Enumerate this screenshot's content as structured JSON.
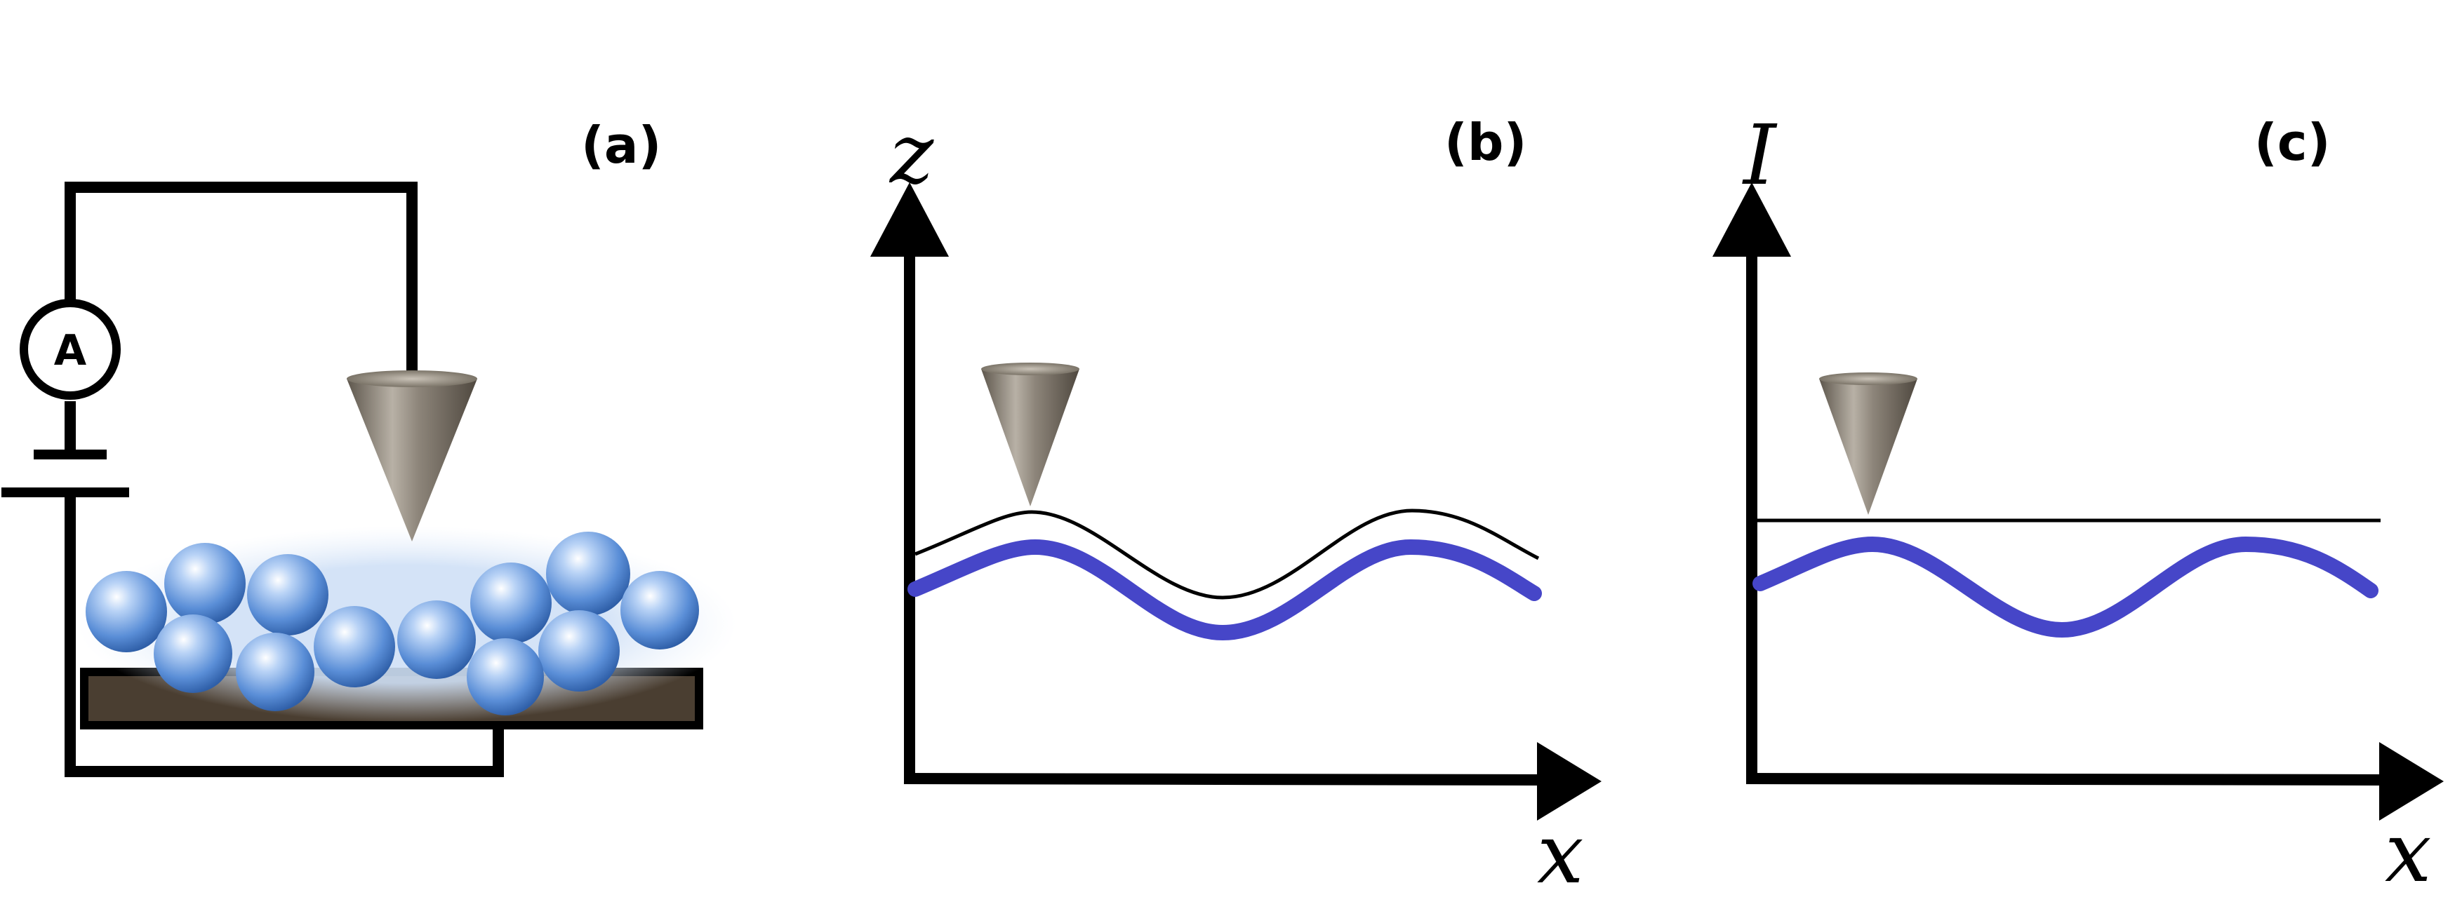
{
  "panels": {
    "a": {
      "label": "(a)",
      "ammeter_letter": "A"
    },
    "b": {
      "label": "(b)",
      "y_axis_label": "z",
      "x_axis_label": "x"
    },
    "c": {
      "label": "(c)",
      "y_axis_label": "I",
      "x_axis_label": "x"
    }
  },
  "colors": {
    "surface_wave": "#4646c8",
    "tip_path_line": "#000000",
    "tip": "#8a8378",
    "atoms": "#5b8fd6",
    "substrate": "#4a3e31",
    "wire": "#000000"
  }
}
